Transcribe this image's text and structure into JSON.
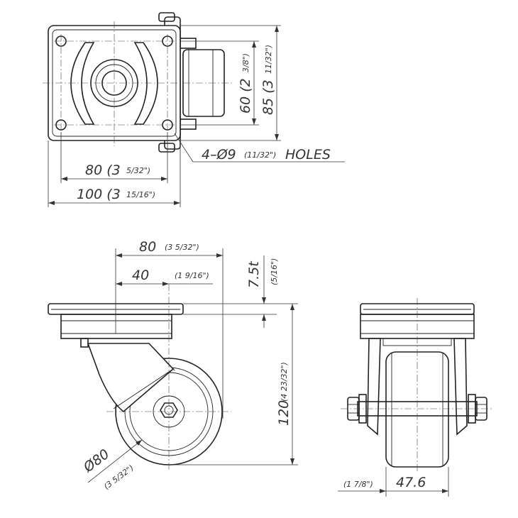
{
  "top_view": {
    "dim_width": "100 (3",
    "dim_width_frac": "15/16\")",
    "dim_hole_span_x": "80 (3",
    "dim_hole_span_x_frac": "5/32\")",
    "dim_hole_span_y": "60 (2",
    "dim_hole_span_y_frac": "3/8\")",
    "dim_height": "85 (3",
    "dim_height_frac": "11/32\")",
    "holes_label": "4–Ø9",
    "holes_frac": "(11/32\")",
    "holes_word": "HOLES"
  },
  "side_view": {
    "dim_plate": "80",
    "dim_plate_frac": "(3 5/32\")",
    "dim_offset": "40",
    "dim_offset_frac": "(1 9/16\")",
    "dim_thickness": "7.5t",
    "dim_thickness_frac": "(5/16\")",
    "dim_overall_height": "120",
    "dim_overall_height_frac": "(4 23/32\")",
    "dim_wheel_dia": "Ø80",
    "dim_wheel_dia_frac": "(3 5/32\")"
  },
  "front_view": {
    "dim_wheel_width": "47.6",
    "dim_wheel_width_frac": "(1 7/8\")"
  }
}
